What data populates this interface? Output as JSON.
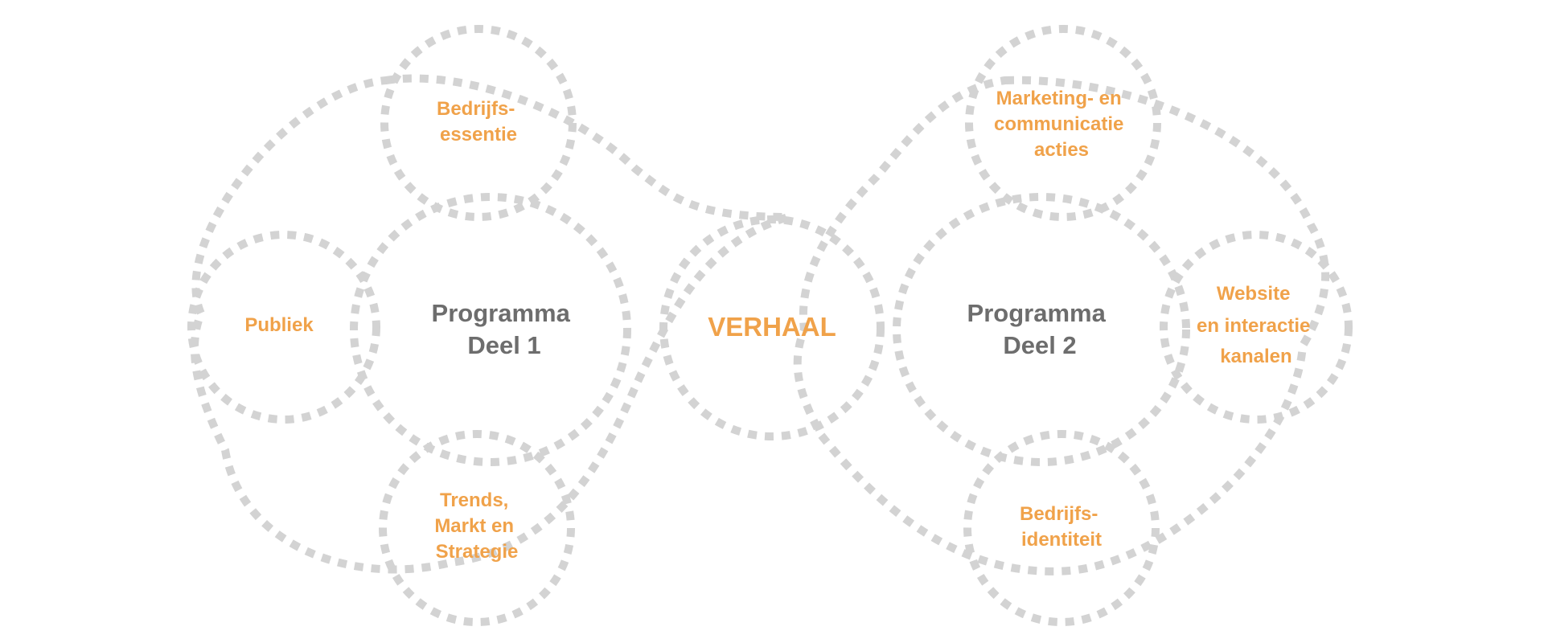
{
  "colors": {
    "accent": "#f0a24a",
    "program_text": "#6d6d6d",
    "dash": "#d3d3d3",
    "background": "#ffffff"
  },
  "center": {
    "label": "VERHAAL"
  },
  "left": {
    "program": {
      "line1": "Programma",
      "line2": "Deel 1"
    },
    "nodes": {
      "top": {
        "line1": "Bedrijfs-",
        "line2": "essentie"
      },
      "left": {
        "line1": "Publiek"
      },
      "bottom": {
        "line1": "Trends,",
        "line2": "Markt en",
        "line3": "Strategie"
      }
    }
  },
  "right": {
    "program": {
      "line1": "Programma",
      "line2": "Deel 2"
    },
    "nodes": {
      "top": {
        "line1": "Marketing- en",
        "line2": "communicatie",
        "line3": "acties"
      },
      "right": {
        "line1": "Website",
        "line2": "en interactie",
        "line3": "kanalen"
      },
      "bottom": {
        "line1": "Bedrijfs-",
        "line2": "identiteit"
      }
    }
  }
}
